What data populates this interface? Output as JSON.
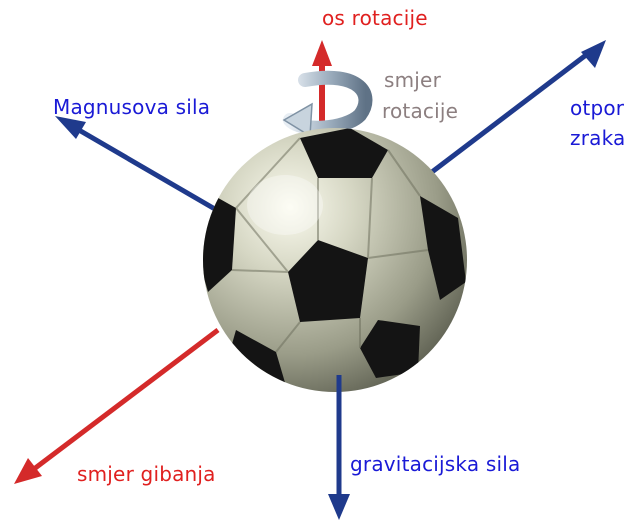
{
  "labels": {
    "rotation_axis": "os rotacije",
    "rotation_direction_line1": "smjer",
    "rotation_direction_line2": "rotacije",
    "magnus_force": "Magnusova sila",
    "air_resistance_line1": "otpor",
    "air_resistance_line2": "zraka",
    "gravity": "gravitacijska sila",
    "motion_direction": "smjer gibanja"
  },
  "colors": {
    "force_arrow": "#1f3a8c",
    "rotation_axis_arrow": "#d42a2a",
    "motion_arrow": "#d42a2a",
    "label_red": "#e0201f",
    "label_blue": "#1a1ad6",
    "label_grey": "#8c7f80"
  },
  "icons": {
    "ball": "soccer-ball-icon",
    "rotation": "curved-rotation-arrow-icon"
  }
}
